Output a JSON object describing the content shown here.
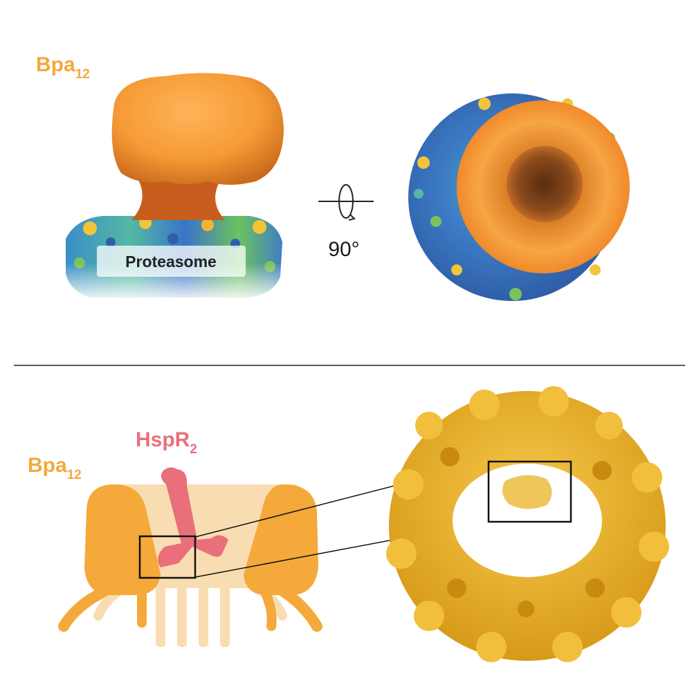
{
  "top_panel": {
    "bpa_label": "Bpa",
    "bpa_subscript": "12",
    "proteasome_label": "Proteasome",
    "rotation_label": "90°"
  },
  "bottom_panel": {
    "bpa_label": "Bpa",
    "bpa_subscript": "12",
    "hspr_label": "HspR",
    "hspr_subscript": "2"
  },
  "colors": {
    "bpa_orange": "#f4a93a",
    "bpa_light": "#f9ddb2",
    "hspr_pink": "#e9707a",
    "ring_gold": "#e8b22a",
    "proteasome_blue": "#3f7fc4",
    "proteasome_green": "#7bc35a"
  }
}
